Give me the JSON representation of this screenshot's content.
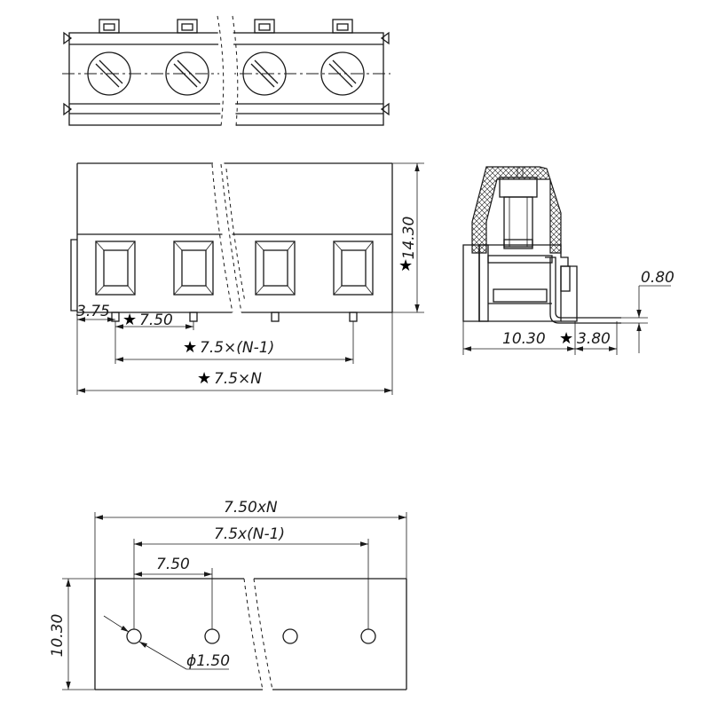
{
  "dimensions": {
    "height_side": "14.30",
    "offset_left": "3.75",
    "pitch_front": "7.50",
    "pitch_span_front": "7.5×(N-1)",
    "total_front": "7.5×N",
    "pin_thickness": "0.80",
    "depth_side": "10.30",
    "pin_offset_side": "3.80",
    "total_bottom": "7.50xN",
    "pitch_span_bottom": "7.5x(N-1)",
    "pitch_bottom": "7.50",
    "depth_bottom": "10.30",
    "hole_diameter": "ϕ1.50"
  },
  "symbols": {
    "star": "★"
  }
}
